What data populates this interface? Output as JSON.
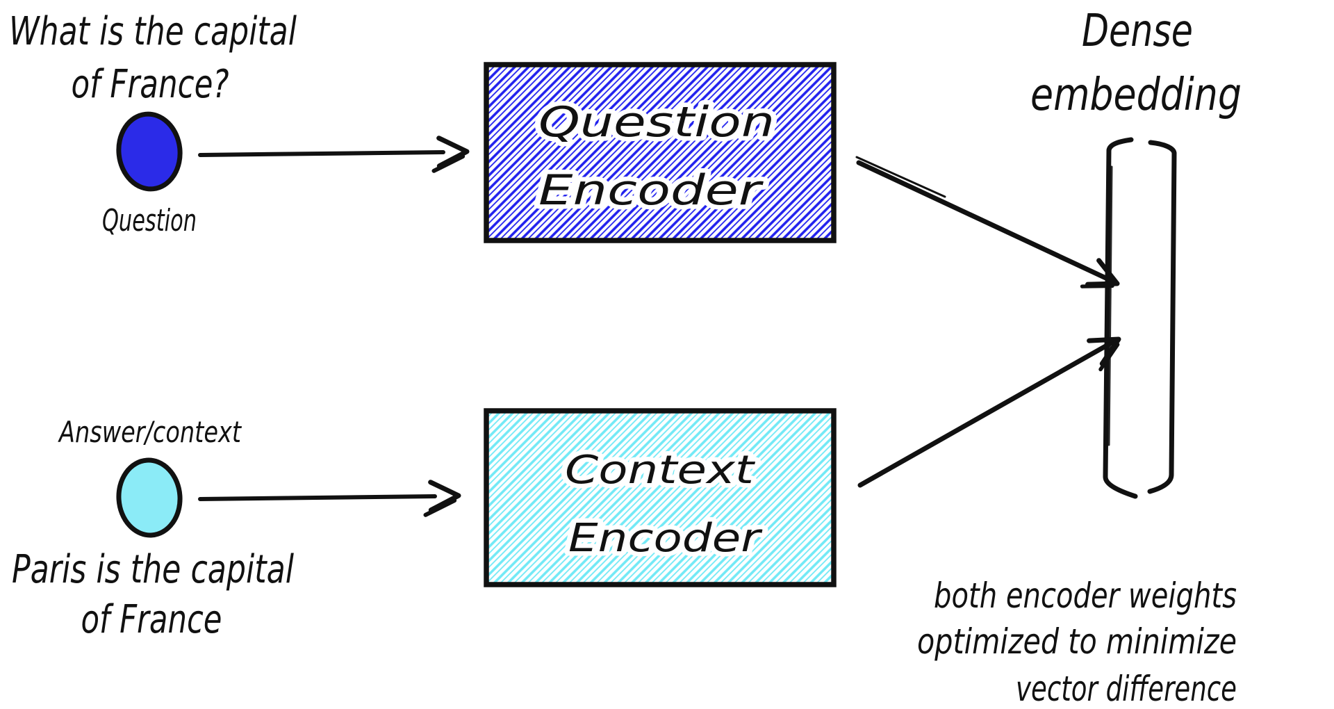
{
  "title": {
    "line1": "Dense",
    "line2": "embedding"
  },
  "question_flow": {
    "input_line1": "What is the capital",
    "input_line2": "of France?",
    "dot_label": "Question",
    "encoder_line1": "Question",
    "encoder_line2": "Encoder"
  },
  "context_flow": {
    "dot_label": "Answer/context",
    "input_line1": "Paris is the capital",
    "input_line2": "of France",
    "encoder_line1": "Context",
    "encoder_line2": "Encoder"
  },
  "note": {
    "line1": "both encoder weights",
    "line2": "optimized to minimize",
    "line3": "vector difference"
  },
  "colors": {
    "background": "#ffffff",
    "ink": "#111111",
    "question_dot": "#2b2be8",
    "question_hatch": "#2121ee",
    "context_dot": "#8bebf7",
    "context_hatch": "#72e9f6"
  }
}
